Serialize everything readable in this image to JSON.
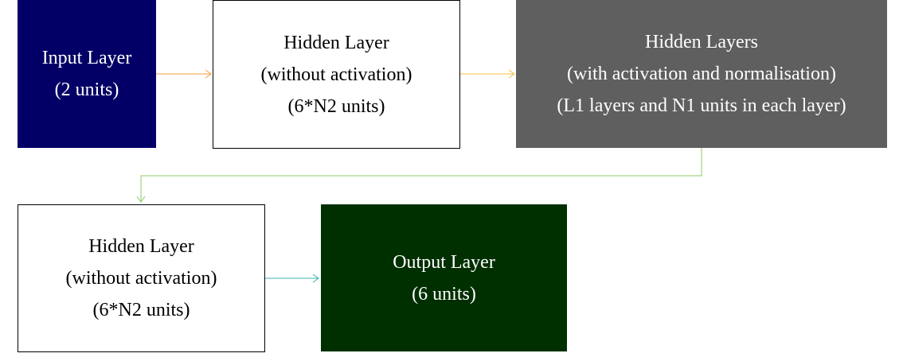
{
  "diagram": {
    "colors": {
      "input_fill": "#020066",
      "hidden_multi_fill": "#5f5f5f",
      "output_fill": "#002f00",
      "box_border": "#000000",
      "arrow_input_to_hidden1": "#f0a040",
      "arrow_hidden1_to_multi": "#f3c040",
      "arrow_multi_to_hidden2": "#8fc860",
      "arrow_hidden2_to_output": "#40b0b0"
    },
    "nodes": {
      "input": {
        "lines": [
          "Input Layer",
          "(2 units)"
        ]
      },
      "hidden_1": {
        "lines": [
          "Hidden Layer",
          "(without activation)",
          "(6*N2 units)"
        ]
      },
      "hidden_multi": {
        "lines": [
          "Hidden Layers",
          "(with activation and normalisation)",
          "(L1 layers and N1 units in each layer)"
        ]
      },
      "hidden_2": {
        "lines": [
          "Hidden Layer",
          "(without activation)",
          "(6*N2 units)"
        ]
      },
      "output": {
        "lines": [
          "Output Layer",
          "(6 units)"
        ]
      }
    }
  }
}
